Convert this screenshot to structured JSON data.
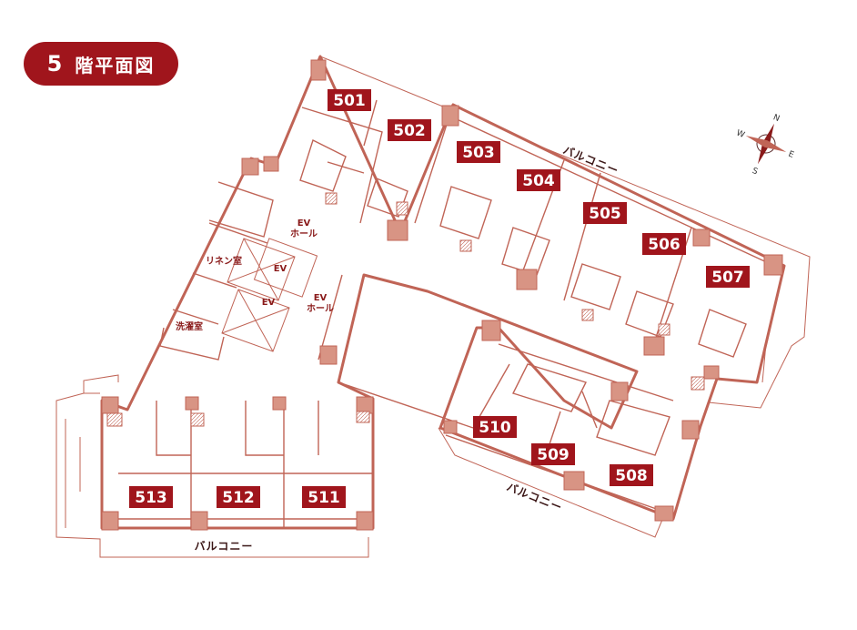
{
  "header": {
    "floor_number": "5",
    "title": "階平面図"
  },
  "colors": {
    "accent": "#a0151c",
    "wall": "#c06456",
    "wall_fill": "#d89484",
    "label_text": "#8a1a1a"
  },
  "rooms": [
    "501",
    "502",
    "503",
    "504",
    "505",
    "506",
    "507",
    "508",
    "509",
    "510",
    "511",
    "512",
    "513"
  ],
  "areas": {
    "ev_hall": "EV\nホール",
    "ev": "EV",
    "linen": "リネン室",
    "laundry": "洗濯室",
    "balcony": "バルコニー"
  },
  "compass": {
    "n": "N",
    "e": "E",
    "s": "S",
    "w": "W"
  }
}
